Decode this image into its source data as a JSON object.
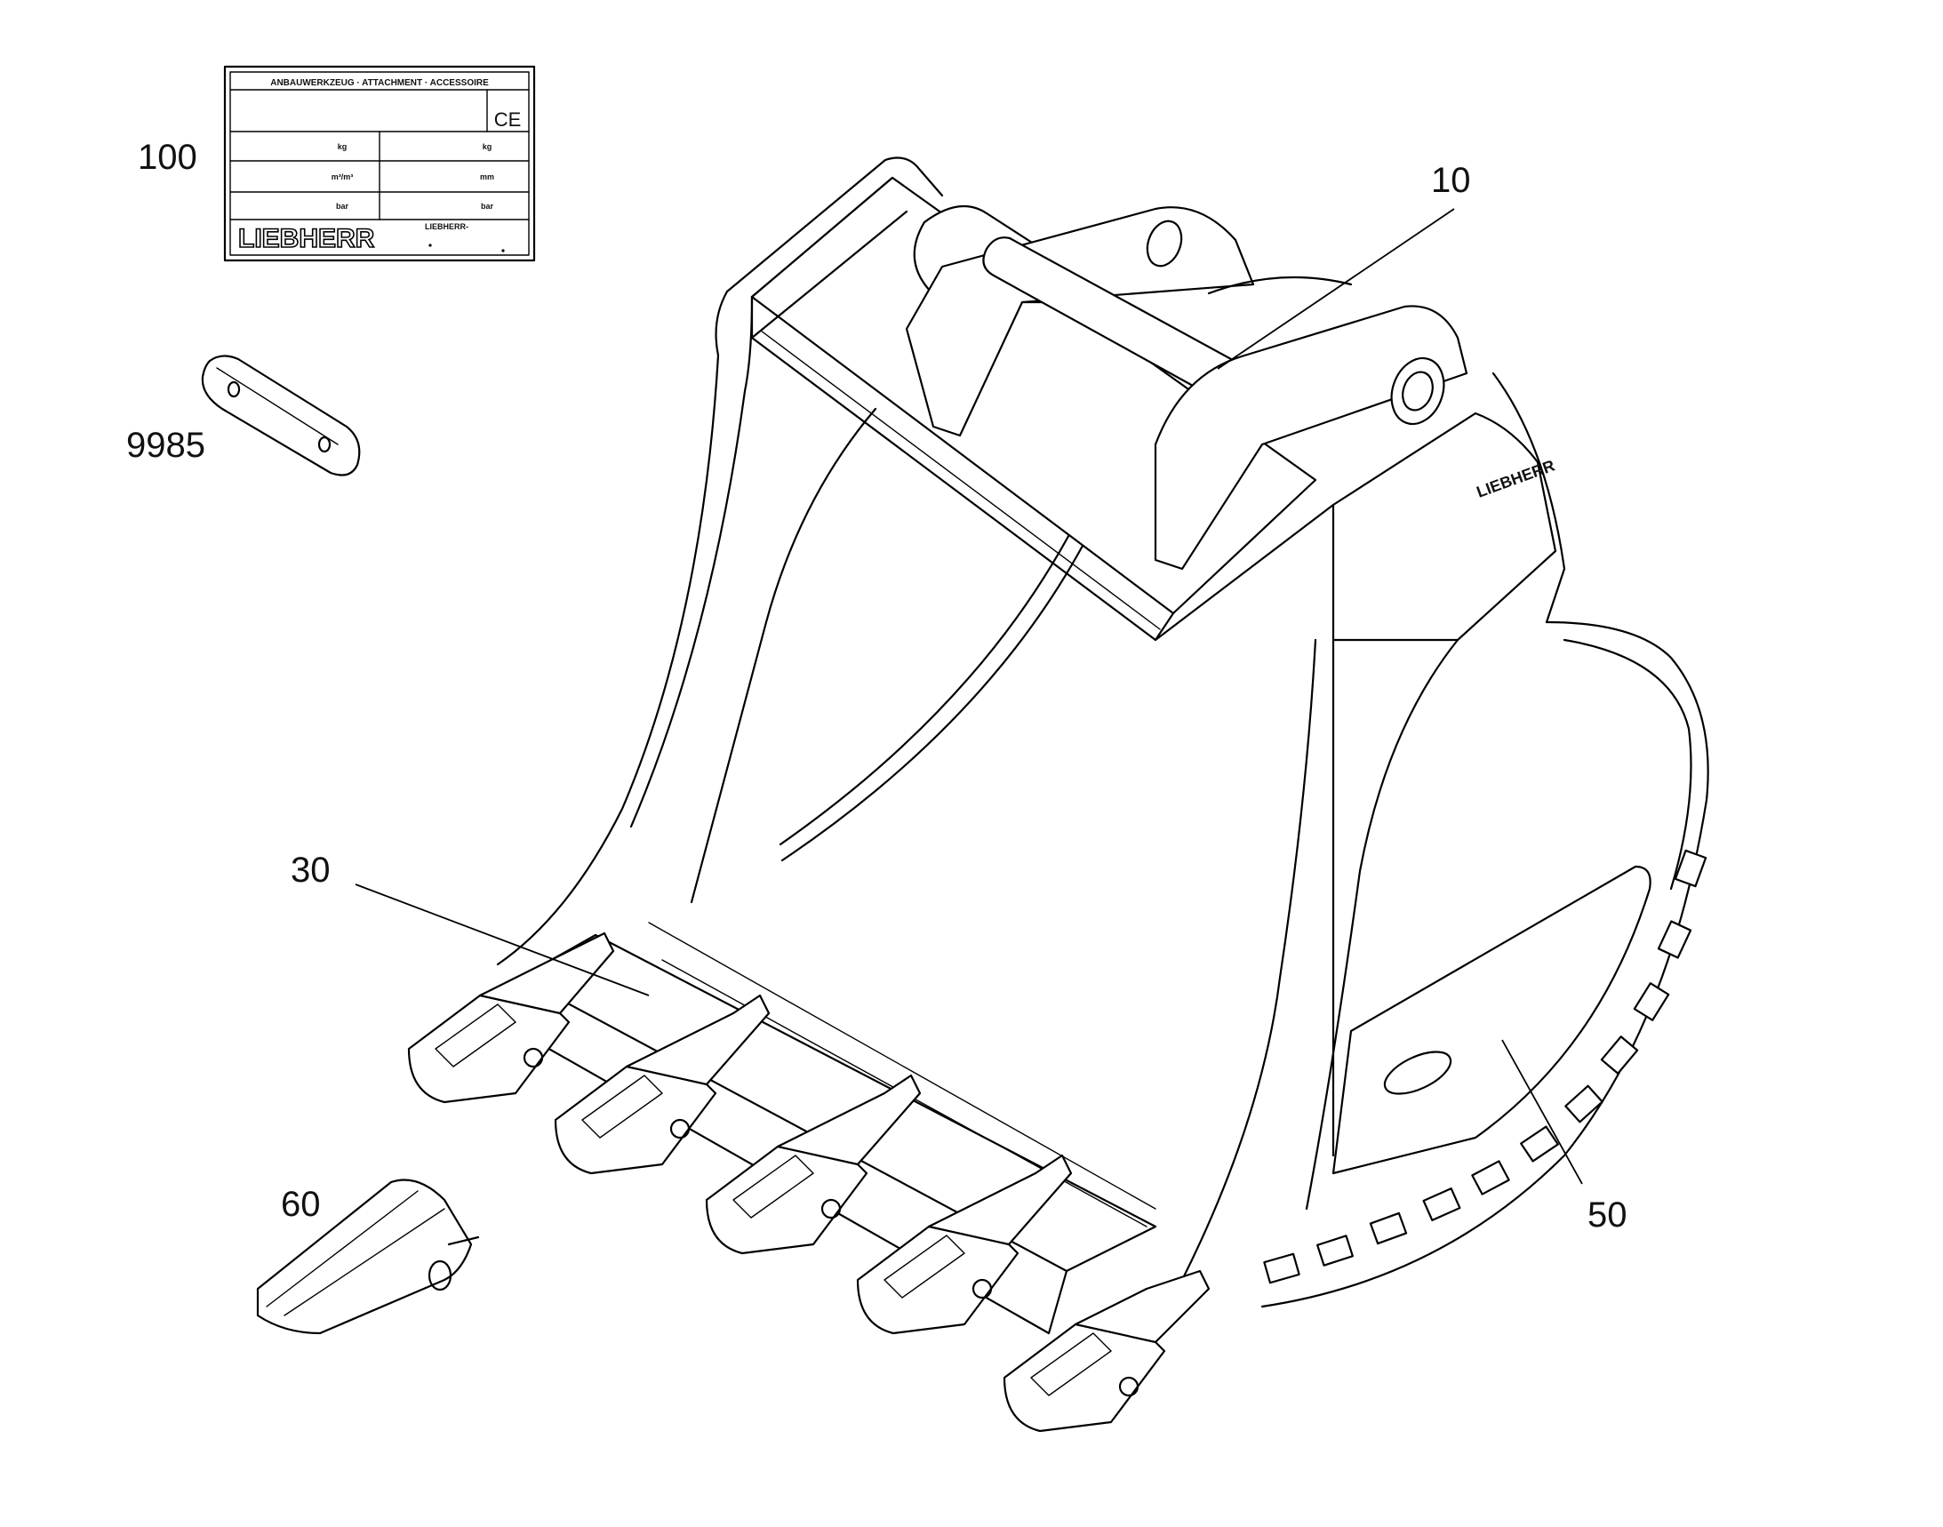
{
  "callouts": [
    {
      "id": "10",
      "label": "10"
    },
    {
      "id": "30",
      "label": "30"
    },
    {
      "id": "50",
      "label": "50"
    },
    {
      "id": "60",
      "label": "60"
    },
    {
      "id": "100",
      "label": "100"
    },
    {
      "id": "9985",
      "label": "9985"
    }
  ],
  "name_plate": {
    "header": "ANBAUWERKZEUG  ·  ATTACHMENT  ·  ACCESSOIRE",
    "ce_mark": "CE",
    "rows": [
      {
        "left_unit": "kg",
        "right_unit": "kg"
      },
      {
        "left_unit": "m³/m³",
        "right_unit": "mm"
      },
      {
        "left_unit": "bar",
        "right_unit": "bar"
      }
    ],
    "brand": "LIEBHERR",
    "brand_sub": "LIEBHERR-"
  },
  "bucket_logo": "LIEBHERR"
}
